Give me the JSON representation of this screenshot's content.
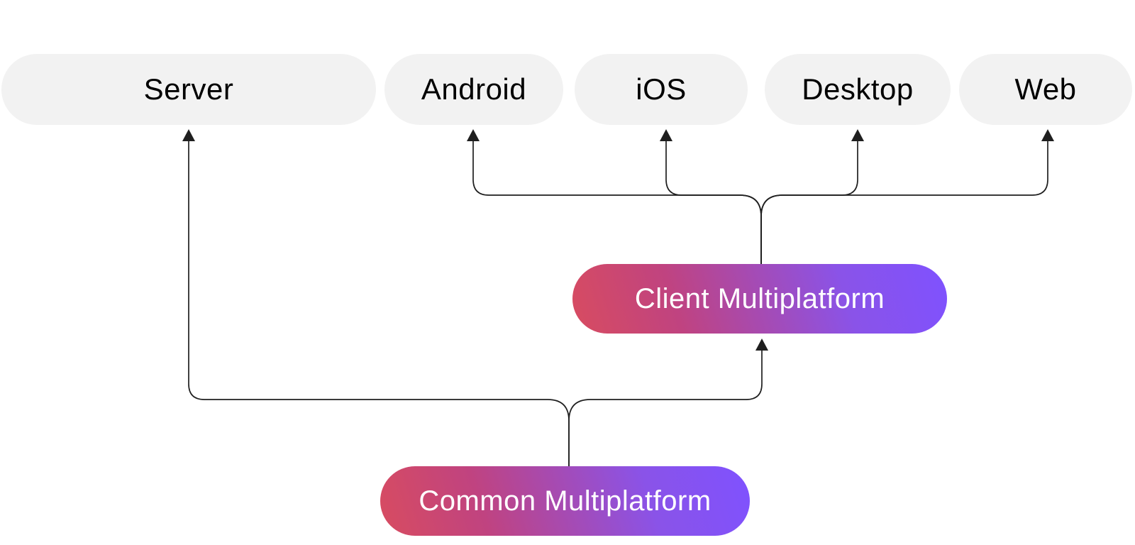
{
  "diagram": {
    "title": "Kotlin Multiplatform architecture diagram",
    "platform_pills": [
      {
        "id": "server",
        "label": "Server"
      },
      {
        "id": "android",
        "label": "Android"
      },
      {
        "id": "ios",
        "label": "iOS"
      },
      {
        "id": "desktop",
        "label": "Desktop"
      },
      {
        "id": "web",
        "label": "Web"
      }
    ],
    "client_pill": {
      "id": "client-multiplatform",
      "label": "Client Multiplatform"
    },
    "common_pill": {
      "id": "common-multiplatform",
      "label": "Common Multiplatform"
    },
    "edges": [
      {
        "from": "client-multiplatform",
        "to": "android"
      },
      {
        "from": "client-multiplatform",
        "to": "ios"
      },
      {
        "from": "client-multiplatform",
        "to": "desktop"
      },
      {
        "from": "client-multiplatform",
        "to": "web"
      },
      {
        "from": "common-multiplatform",
        "to": "server"
      },
      {
        "from": "common-multiplatform",
        "to": "client-multiplatform"
      }
    ],
    "colors": {
      "pill_gray": "#f2f2f2",
      "text_dark": "#000000",
      "text_light": "#ffffff",
      "gradient_start": "#d84c60",
      "gradient_mid": "#c04380",
      "gradient_end": "#7f52ff",
      "line": "#1f1f1f"
    }
  }
}
